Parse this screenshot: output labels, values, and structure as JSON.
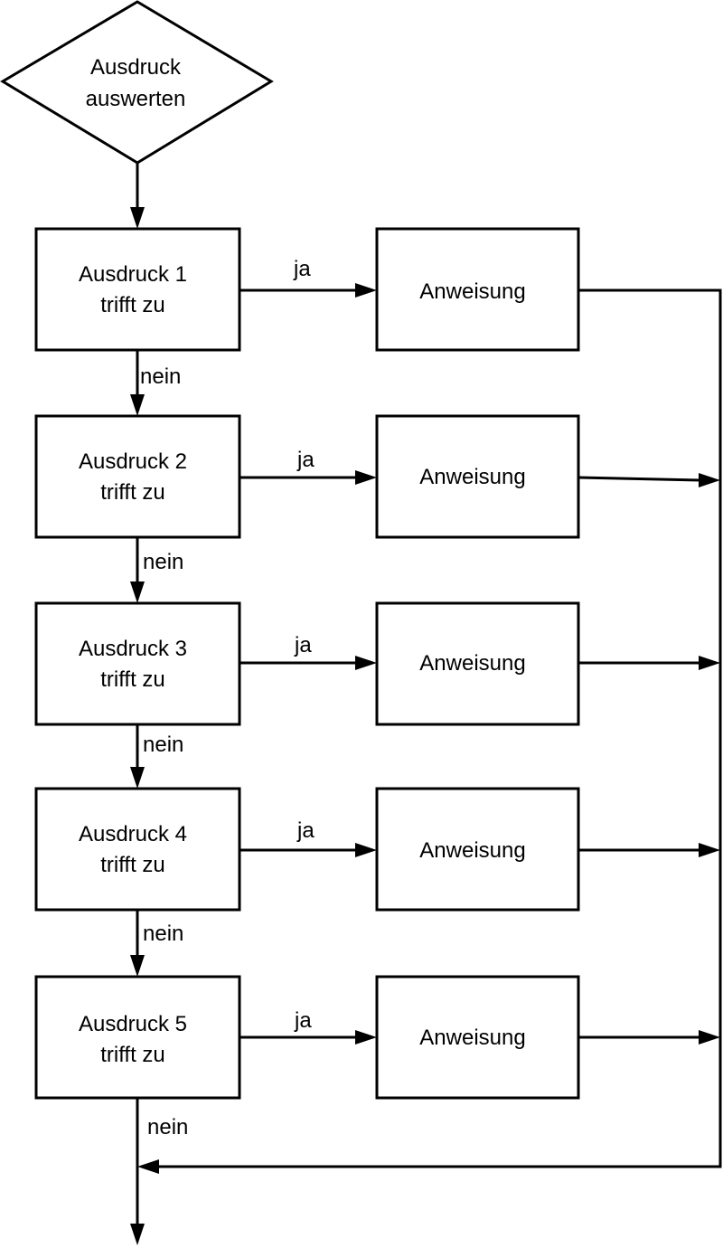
{
  "start": {
    "line1": "Ausdruck",
    "line2": "auswerten"
  },
  "conditions": [
    {
      "line1": "Ausdruck 1",
      "line2": "trifft zu"
    },
    {
      "line1": "Ausdruck 2",
      "line2": "trifft zu"
    },
    {
      "line1": "Ausdruck 3",
      "line2": "trifft zu"
    },
    {
      "line1": "Ausdruck 4",
      "line2": "trifft zu"
    },
    {
      "line1": "Ausdruck 5",
      "line2": "trifft zu"
    }
  ],
  "actions": [
    "Anweisung",
    "Anweisung",
    "Anweisung",
    "Anweisung",
    "Anweisung"
  ],
  "yes_label": "ja",
  "no_label": "nein"
}
